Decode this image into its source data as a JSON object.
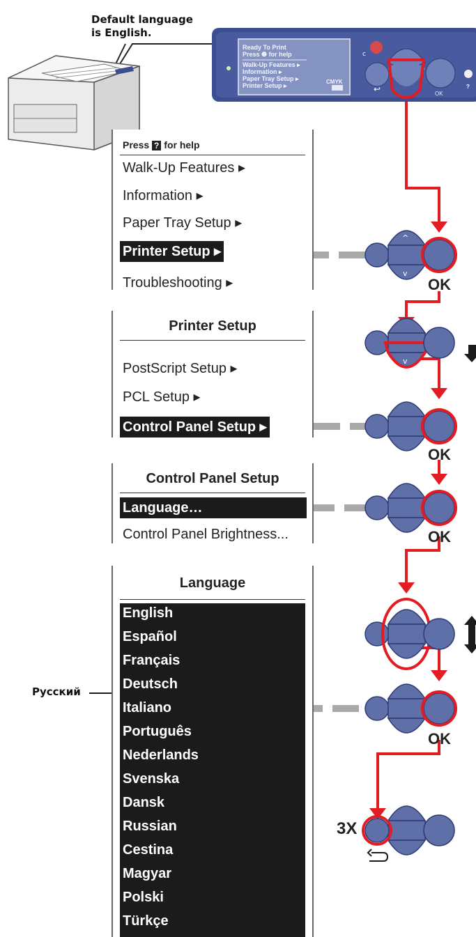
{
  "callout": {
    "line1": "Default language",
    "line2": "is English."
  },
  "lcd": {
    "lines": [
      "Ready To Print",
      "Press ❷ for help",
      "Walk-Up Features ▸",
      "Information ▸",
      "Paper Tray Setup ▸",
      "Printer Setup ▸"
    ],
    "cmyk": "CMYK"
  },
  "panel_labels": {
    "ok": "OK",
    "help": "?"
  },
  "menu1": {
    "press_label": "Press",
    "help_glyph": "?",
    "help_suffix": "for help",
    "items": [
      "Walk-Up Features ▸",
      "Information ▸",
      "Paper Tray Setup ▸",
      "Printer Setup ▸",
      "Troubleshooting ▸"
    ]
  },
  "menu2": {
    "title": "Printer Setup",
    "items": [
      "PostScript Setup ▸",
      "PCL Setup ▸",
      "Control Panel Setup ▸"
    ]
  },
  "menu3": {
    "title": "Control Panel Setup",
    "items": [
      "Language…",
      "Control Panel Brightness..."
    ]
  },
  "menu4": {
    "title": "Language",
    "languages": [
      "English",
      "Español",
      "Français",
      "Deutsch",
      "Italiano",
      "Português",
      "Nederlands",
      "Svenska",
      "Dansk",
      "Russian",
      "Cestina",
      "Magyar",
      "Polski",
      "Türkçe"
    ]
  },
  "side_label": "Русский",
  "ok_labels": [
    "OK",
    "OK",
    "OK",
    "OK"
  ],
  "repeat_label": "3X",
  "colors": {
    "accent_red": "#e31b23",
    "button_blue": "#5f6fa8",
    "panel_blue": "#3d4d92",
    "dash_gray": "#a9a9a9"
  }
}
